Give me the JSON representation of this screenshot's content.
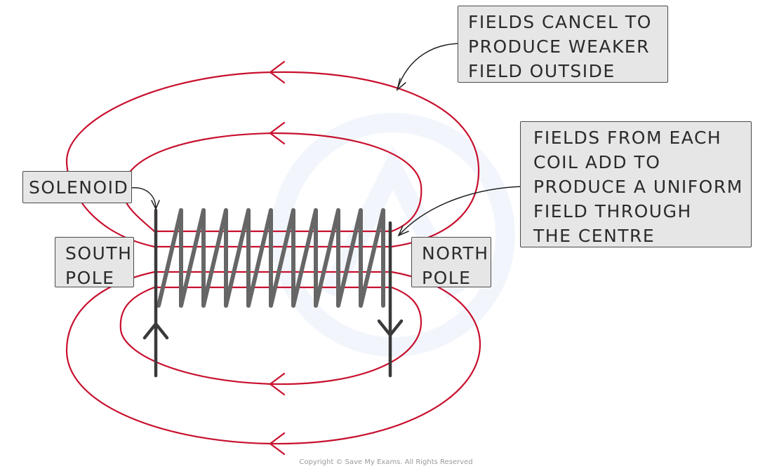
{
  "labels": {
    "fields_cancel": [
      "FIELDS CANCEL TO",
      "PRODUCE WEAKER",
      "FIELD OUTSIDE"
    ],
    "fields_add": [
      "FIELDS FROM EACH",
      "COIL ADD TO",
      "PRODUCE A UNIFORM",
      "FIELD THROUGH",
      "THE CENTRE"
    ],
    "solenoid": "SOLENOID",
    "south_pole": [
      "SOUTH",
      "POLE"
    ],
    "north_pole": [
      "NORTH",
      "POLE"
    ]
  },
  "copyright": "Copyright © Save My Exams. All Rights Reserved",
  "colors": {
    "field_line": "#c8102e",
    "coil": "#666666",
    "wire": "#3a3a3a",
    "label_fill": "#e6e6e6",
    "label_border": "#4a4a4a"
  }
}
